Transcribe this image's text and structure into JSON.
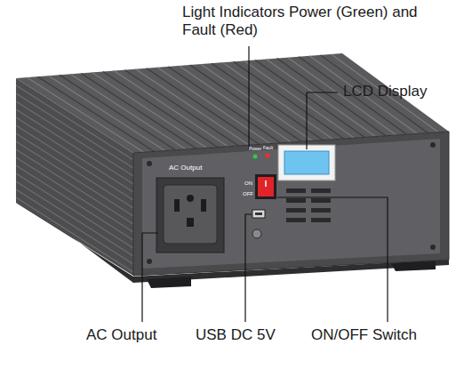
{
  "diagram": {
    "labels": [
      "Light Indicators Power (Green) and Fault (Red)",
      "LCD Display",
      "AC Output",
      "Power",
      "Fault",
      "ON",
      "OFF",
      "AC Output",
      "USB DC 5V",
      "ON/OFF Switch"
    ]
  }
}
